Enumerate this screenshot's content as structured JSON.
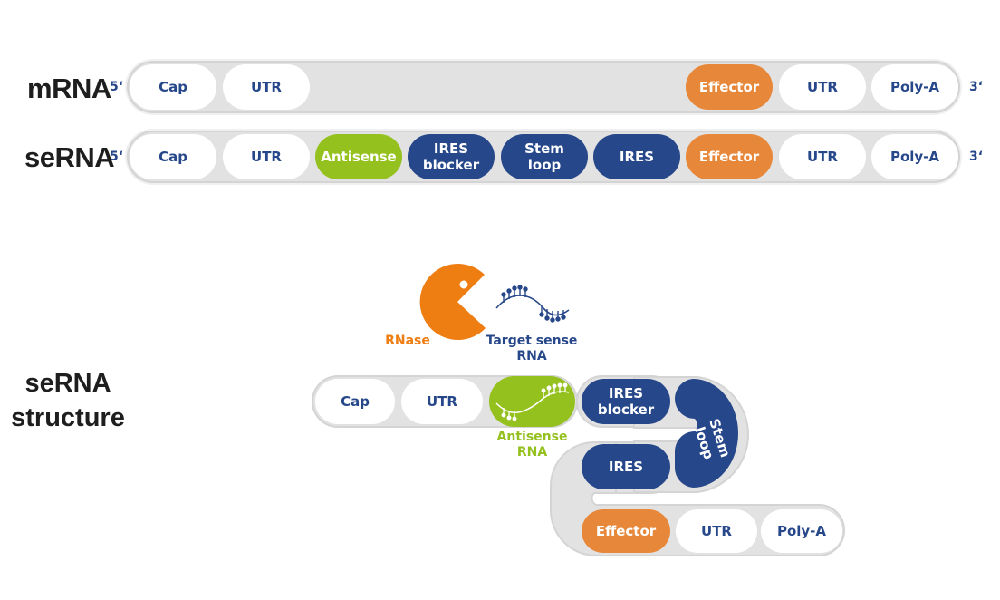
{
  "labels": {
    "mrna": "mRNA",
    "serna": "seRNA",
    "structure_line1": "seRNA",
    "structure_line2": "structure",
    "five_prime": "5‘",
    "three_prime": "3‘"
  },
  "mrna_segments": [
    "Cap",
    "UTR",
    "Effector",
    "UTR",
    "Poly-A"
  ],
  "serna_segments": [
    "Cap",
    "UTR",
    "Antisense",
    "IRES\nblocker",
    "Stem\nloop",
    "IRES",
    "Effector",
    "UTR",
    "Poly-A"
  ],
  "structure": {
    "cap": "Cap",
    "utr1": "UTR",
    "ires_blocker": "IRES\nblocker",
    "stem_loop": "Stem loop",
    "ires": "IRES",
    "effector": "Effector",
    "utr2": "UTR",
    "polya": "Poly-A",
    "antisense_caption": "Antisense\nRNA",
    "rnase_caption": "RNase",
    "target_caption": "Target sense\nRNA"
  },
  "colors": {
    "blue": "#26478a",
    "orange": "#e7873a",
    "green": "#95c11f",
    "grey": "#e2e2e2"
  }
}
